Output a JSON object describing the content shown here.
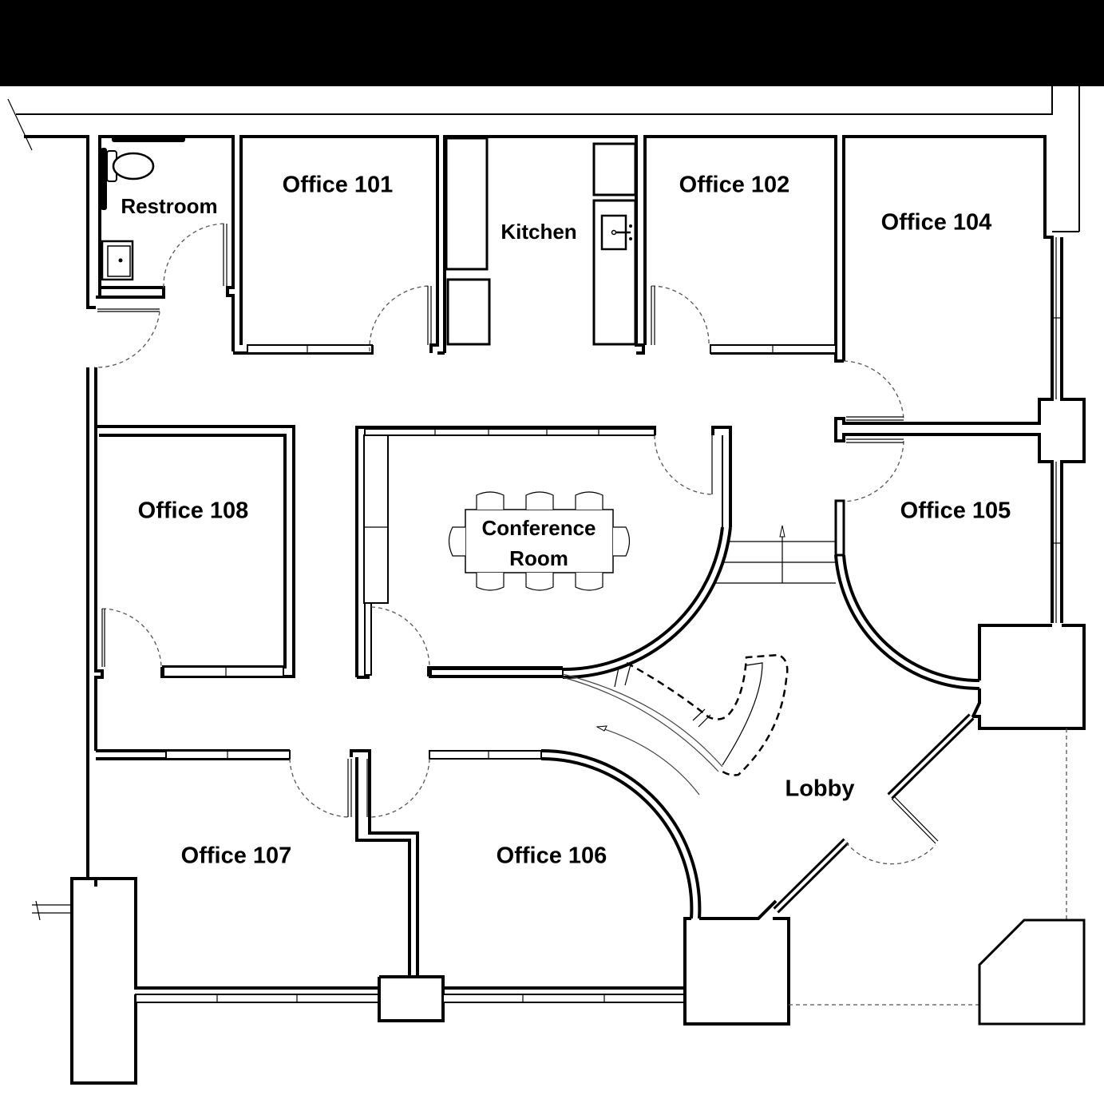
{
  "plan": {
    "header_bar_color": "#000000",
    "line_color": "#000000",
    "background": "#ffffff"
  },
  "rooms": {
    "restroom": {
      "label": "Restroom"
    },
    "office_101": {
      "label": "Office 101"
    },
    "kitchen": {
      "label": "Kitchen"
    },
    "office_102": {
      "label": "Office 102"
    },
    "office_104": {
      "label": "Office 104"
    },
    "office_108": {
      "label": "Office 108"
    },
    "conference_room": {
      "label_line1": "Conference",
      "label_line2": "Room"
    },
    "office_105": {
      "label": "Office 105"
    },
    "lobby": {
      "label": "Lobby"
    },
    "office_107": {
      "label": "Office 107"
    },
    "office_106": {
      "label": "Office 106"
    }
  },
  "fixtures": {
    "conference_table_chairs": 8,
    "icons": [
      "toilet-icon",
      "sink-icon",
      "kitchen-sink-icon",
      "door-swing-icon",
      "stair-arrow-icon",
      "reception-desk-icon"
    ]
  }
}
